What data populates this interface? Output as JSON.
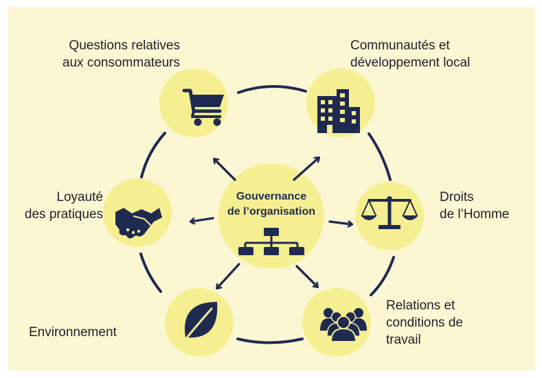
{
  "colors": {
    "background": "#fbf7d2",
    "circle": "#f6ef92",
    "navy": "#1f2a50"
  },
  "center": {
    "label": "Gouvernance\nde l’organisation",
    "icon": "org-chart-icon"
  },
  "nodes": [
    {
      "id": "consumers",
      "label": "Questions relatives\naux consommateurs",
      "icon": "shopping-cart-icon"
    },
    {
      "id": "communities",
      "label": "Communautés et\ndéveloppement local",
      "icon": "building-icon"
    },
    {
      "id": "human-rights",
      "label": "Droits\nde l’Homme",
      "icon": "scales-icon"
    },
    {
      "id": "labour",
      "label": "Relations et\nconditions de\ntravail",
      "icon": "people-group-icon"
    },
    {
      "id": "environment",
      "label": "Environnement",
      "icon": "leaf-icon"
    },
    {
      "id": "fair-practices",
      "label": "Loyauté\ndes pratiques",
      "icon": "handshake-icon"
    }
  ]
}
